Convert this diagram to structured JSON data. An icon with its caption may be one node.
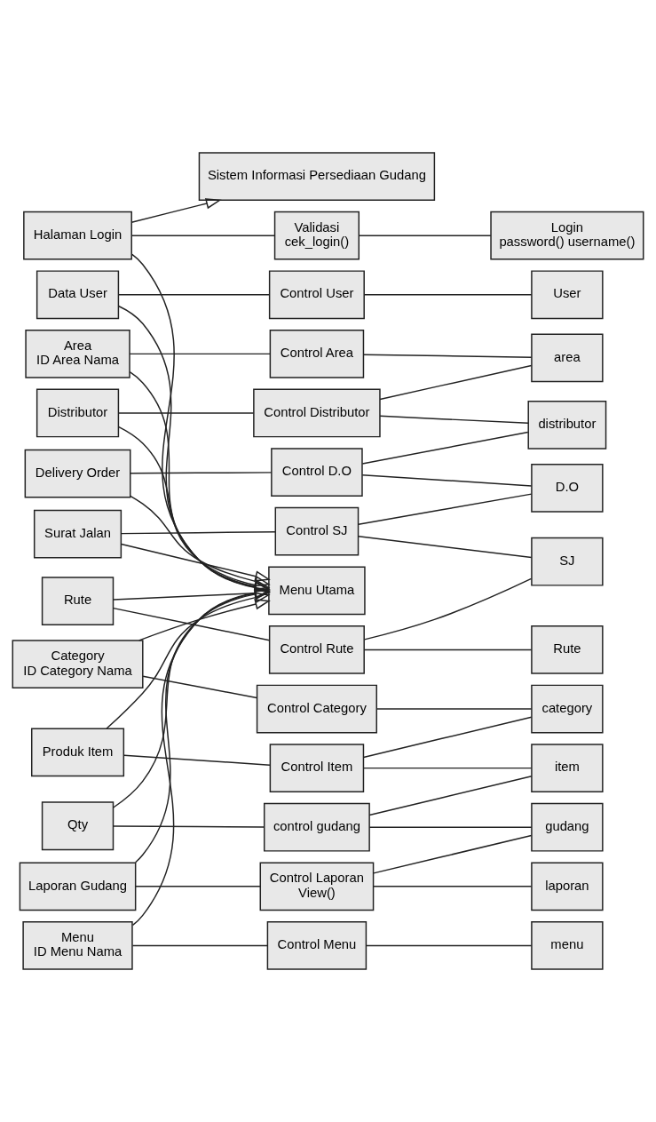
{
  "diagram": {
    "nodes": [
      {
        "text": [
          "Sistem Informasi Persediaan Gudang"
        ]
      },
      {
        "text": [
          "Halaman Login"
        ]
      },
      {
        "text": [
          "Validasi",
          "cek_login()"
        ]
      },
      {
        "text": [
          "Login",
          "password() username()"
        ]
      },
      {
        "text": [
          "Menu Utama"
        ]
      },
      {
        "text": [
          "Data User"
        ]
      },
      {
        "text": [
          "Area",
          "ID Area Nama"
        ]
      },
      {
        "text": [
          "Distributor"
        ]
      },
      {
        "text": [
          "Category",
          "ID Category Nama"
        ]
      },
      {
        "text": [
          "Menu",
          "ID Menu Nama"
        ]
      },
      {
        "text": [
          "Produk Item"
        ]
      },
      {
        "text": [
          "Qty"
        ]
      },
      {
        "text": [
          "Delivery Order"
        ]
      },
      {
        "text": [
          "Surat Jalan"
        ]
      },
      {
        "text": [
          "Rute"
        ]
      },
      {
        "text": [
          "Laporan Gudang"
        ]
      },
      {
        "text": [
          "Control User"
        ]
      },
      {
        "text": [
          "Control Area"
        ]
      },
      {
        "text": [
          "Control Distributor"
        ]
      },
      {
        "text": [
          "Control Category"
        ]
      },
      {
        "text": [
          "Control Menu"
        ]
      },
      {
        "text": [
          "Control Item"
        ]
      },
      {
        "text": [
          "control gudang"
        ]
      },
      {
        "text": [
          "Control D.O"
        ]
      },
      {
        "text": [
          "Control SJ"
        ]
      },
      {
        "text": [
          "Control Rute"
        ]
      },
      {
        "text": [
          "Control Laporan",
          "View()"
        ]
      },
      {
        "text": [
          "User"
        ]
      },
      {
        "text": [
          "area"
        ]
      },
      {
        "text": [
          "distributor"
        ]
      },
      {
        "text": [
          "category"
        ]
      },
      {
        "text": [
          "menu"
        ]
      },
      {
        "text": [
          "item"
        ]
      },
      {
        "text": [
          "gudang"
        ]
      },
      {
        "text": [
          "D.O"
        ]
      },
      {
        "text": [
          "SJ"
        ]
      },
      {
        "text": [
          "Rute"
        ]
      },
      {
        "text": [
          "laporan"
        ]
      }
    ],
    "edges": [
      {
        "from": 1,
        "to": 0,
        "arrow": "to"
      },
      {
        "from": 1,
        "to": 2,
        "arrow": "none"
      },
      {
        "from": 2,
        "to": 3,
        "arrow": "none"
      },
      {
        "from": 1,
        "to": 4,
        "arrow": "none"
      },
      {
        "from": 5,
        "to": 4,
        "arrow": "to"
      },
      {
        "from": 6,
        "to": 4,
        "arrow": "to"
      },
      {
        "from": 7,
        "to": 4,
        "arrow": "to"
      },
      {
        "from": 8,
        "to": 4,
        "arrow": "to"
      },
      {
        "from": 9,
        "to": 4,
        "arrow": "to"
      },
      {
        "from": 10,
        "to": 4,
        "arrow": "to"
      },
      {
        "from": 11,
        "to": 4,
        "arrow": "to"
      },
      {
        "from": 12,
        "to": 4,
        "arrow": "to"
      },
      {
        "from": 13,
        "to": 4,
        "arrow": "to"
      },
      {
        "from": 14,
        "to": 4,
        "arrow": "to"
      },
      {
        "from": 15,
        "to": 4,
        "arrow": "to"
      },
      {
        "from": 5,
        "to": 16,
        "arrow": "none"
      },
      {
        "from": 6,
        "to": 17,
        "arrow": "none"
      },
      {
        "from": 7,
        "to": 18,
        "arrow": "none"
      },
      {
        "from": 8,
        "to": 19,
        "arrow": "none"
      },
      {
        "from": 9,
        "to": 20,
        "arrow": "none"
      },
      {
        "from": 10,
        "to": 21,
        "arrow": "none"
      },
      {
        "from": 11,
        "to": 22,
        "arrow": "none"
      },
      {
        "from": 12,
        "to": 23,
        "arrow": "none"
      },
      {
        "from": 13,
        "to": 24,
        "arrow": "none"
      },
      {
        "from": 14,
        "to": 25,
        "arrow": "none"
      },
      {
        "from": 15,
        "to": 26,
        "arrow": "none"
      },
      {
        "from": 16,
        "to": 27,
        "arrow": "none"
      },
      {
        "from": 17,
        "to": 28,
        "arrow": "none"
      },
      {
        "from": 18,
        "to": 29,
        "arrow": "none"
      },
      {
        "from": 19,
        "to": 30,
        "arrow": "none"
      },
      {
        "from": 20,
        "to": 31,
        "arrow": "none"
      },
      {
        "from": 21,
        "to": 32,
        "arrow": "none"
      },
      {
        "from": 22,
        "to": 33,
        "arrow": "none"
      },
      {
        "from": 23,
        "to": 34,
        "arrow": "none"
      },
      {
        "from": 24,
        "to": 35,
        "arrow": "none"
      },
      {
        "from": 25,
        "to": 36,
        "arrow": "none"
      },
      {
        "from": 26,
        "to": 37,
        "arrow": "none"
      },
      {
        "from": 18,
        "to": 28,
        "arrow": "none"
      },
      {
        "from": 21,
        "to": 30,
        "arrow": "none"
      },
      {
        "from": 22,
        "to": 32,
        "arrow": "none"
      },
      {
        "from": 23,
        "to": 29,
        "arrow": "none"
      },
      {
        "from": 24,
        "to": 34,
        "arrow": "none"
      },
      {
        "from": 25,
        "to": 35,
        "arrow": "none"
      },
      {
        "from": 26,
        "to": 33,
        "arrow": "none"
      }
    ]
  }
}
